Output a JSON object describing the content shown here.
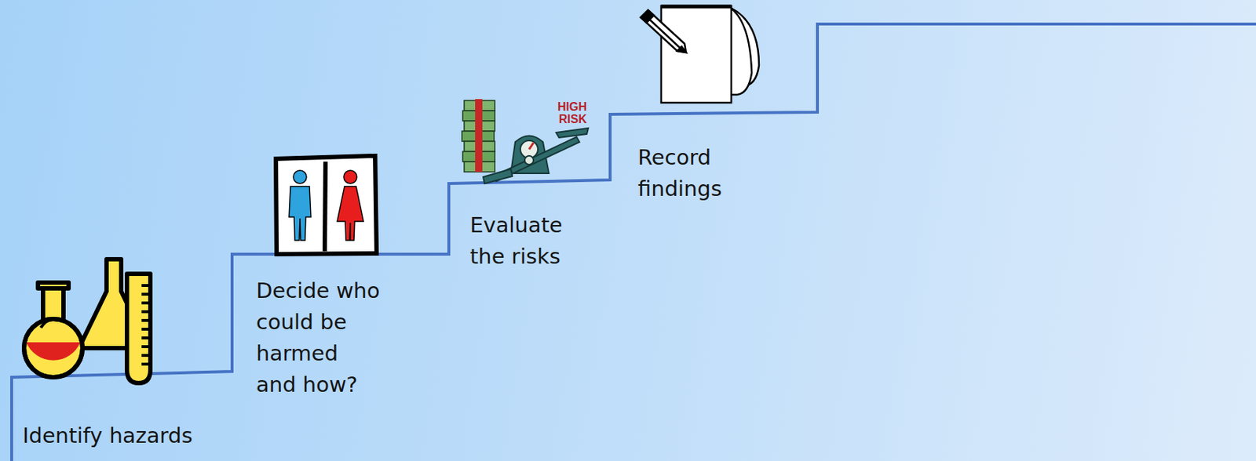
{
  "diagram": {
    "labels": [
      "Identify hazards",
      "Decide who could be harmed and how?",
      "Evaluate the risks",
      "Record findings",
      "HIGH RISK"
    ]
  }
}
